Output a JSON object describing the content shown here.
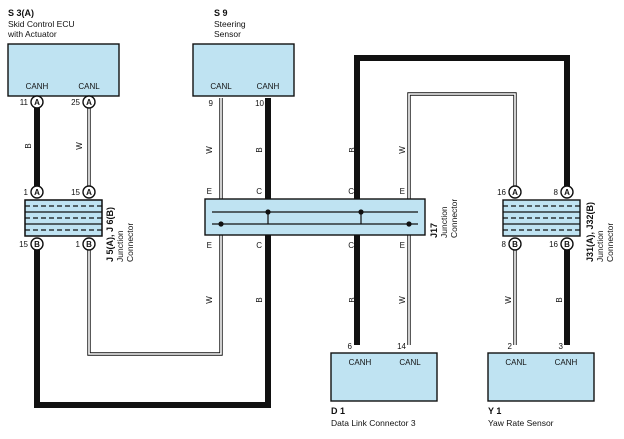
{
  "components": {
    "skid_ecu": {
      "ref": "S 3(A)",
      "desc1": "Skid Control ECU",
      "desc2": "with Actuator",
      "pin_left": "CANH",
      "pin_right": "CANL"
    },
    "steering_sensor": {
      "ref": "S 9",
      "desc1": "Steering",
      "desc2": "Sensor",
      "pin_left": "CANL",
      "pin_right": "CANH"
    },
    "dlc3": {
      "ref": "D 1",
      "desc": "Data Link Connector 3",
      "pin_left": "CANH",
      "pin_right": "CANL"
    },
    "yaw_sensor": {
      "ref": "Y 1",
      "desc": "Yaw Rate Sensor",
      "pin_left": "CANL",
      "pin_right": "CANH"
    }
  },
  "junction_connectors": {
    "j5_j6": {
      "ref": "J 5(A), J 6(B)",
      "desc1": "Junction",
      "desc2": "Connector"
    },
    "j17": {
      "ref": "J17",
      "desc1": "Junction",
      "desc2": "Connector"
    },
    "j31_j32": {
      "ref": "J31(A), J32(B)",
      "desc1": "Junction",
      "desc2": "Connector"
    }
  },
  "pin_numbers": {
    "ecu_canh": "11",
    "ecu_canl": "25",
    "steer_canl": "9",
    "steer_canh": "10",
    "j5_top_left": "1",
    "j5_top_right": "15",
    "j5_bot_left": "15",
    "j5_bot_right": "1",
    "j31_top_left": "16",
    "j31_top_right": "8",
    "j31_bot_left": "8",
    "j31_bot_right": "16",
    "dlc_canh": "6",
    "dlc_canl": "14",
    "yaw_canl": "2",
    "yaw_canh": "3"
  },
  "circle_letters": {
    "a": "A",
    "b": "B"
  },
  "j17_pins": {
    "e": "E",
    "c": "C"
  },
  "wire_colors": {
    "black": "B",
    "white": "W"
  }
}
